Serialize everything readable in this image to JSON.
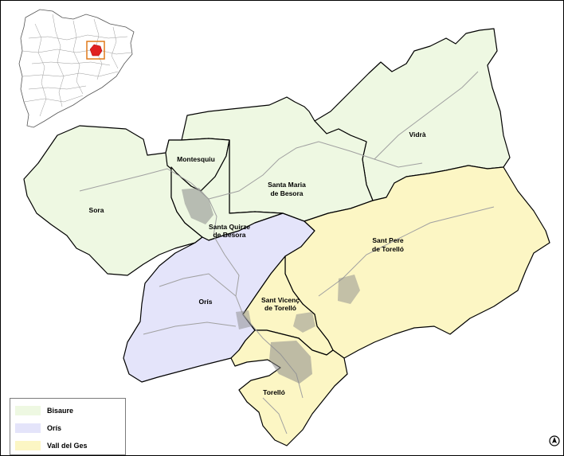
{
  "map": {
    "colors": {
      "Bisaure": "#eef8e2",
      "Oris": "#e4e4fa",
      "Vall del Ges": "#fcf6c4",
      "border": "#000000",
      "roads": "#a0a0a0"
    },
    "municipalities": [
      {
        "name": "Sora",
        "region": "Bisaure"
      },
      {
        "name": "Montesquiu",
        "region": "Bisaure"
      },
      {
        "name": "Santa Maria de Besora",
        "region": "Bisaure"
      },
      {
        "name": "Vidrà",
        "region": "Bisaure"
      },
      {
        "name": "Santa Quirze de Besora",
        "region": "Bisaure"
      },
      {
        "name": "Sant Pere de Torelló",
        "region": "Vall del Ges"
      },
      {
        "name": "Sant Vicenç de Torelló",
        "region": "Vall del Ges"
      },
      {
        "name": "Torelló",
        "region": "Vall del Ges"
      },
      {
        "name": "Orís",
        "region": "Oris"
      }
    ],
    "labels": {
      "sora": "Sora",
      "montesquiu": "Montesquiu",
      "santa_maria_1": "Santa Maria",
      "santa_maria_2": "de Besora",
      "vidra": "Vidrà",
      "santa_quirze_1": "Santa Quirze",
      "santa_quirze_2": "de Besora",
      "sant_pere_1": "Sant Pere",
      "sant_pere_2": "de Torelló",
      "sant_vicenc_1": "Sant Vicenç",
      "sant_vicenc_2": "de Torelló",
      "oris": "Orís",
      "torello": "Torelló"
    },
    "inset": {
      "description_icon": "catalonia-locator-map"
    }
  },
  "legend": {
    "items": [
      {
        "label": "Bisaure",
        "color": "#eef8e2"
      },
      {
        "label": "Orís",
        "color": "#e4e4fa"
      },
      {
        "label": "Vall del Ges",
        "color": "#fcf6c4"
      }
    ]
  }
}
